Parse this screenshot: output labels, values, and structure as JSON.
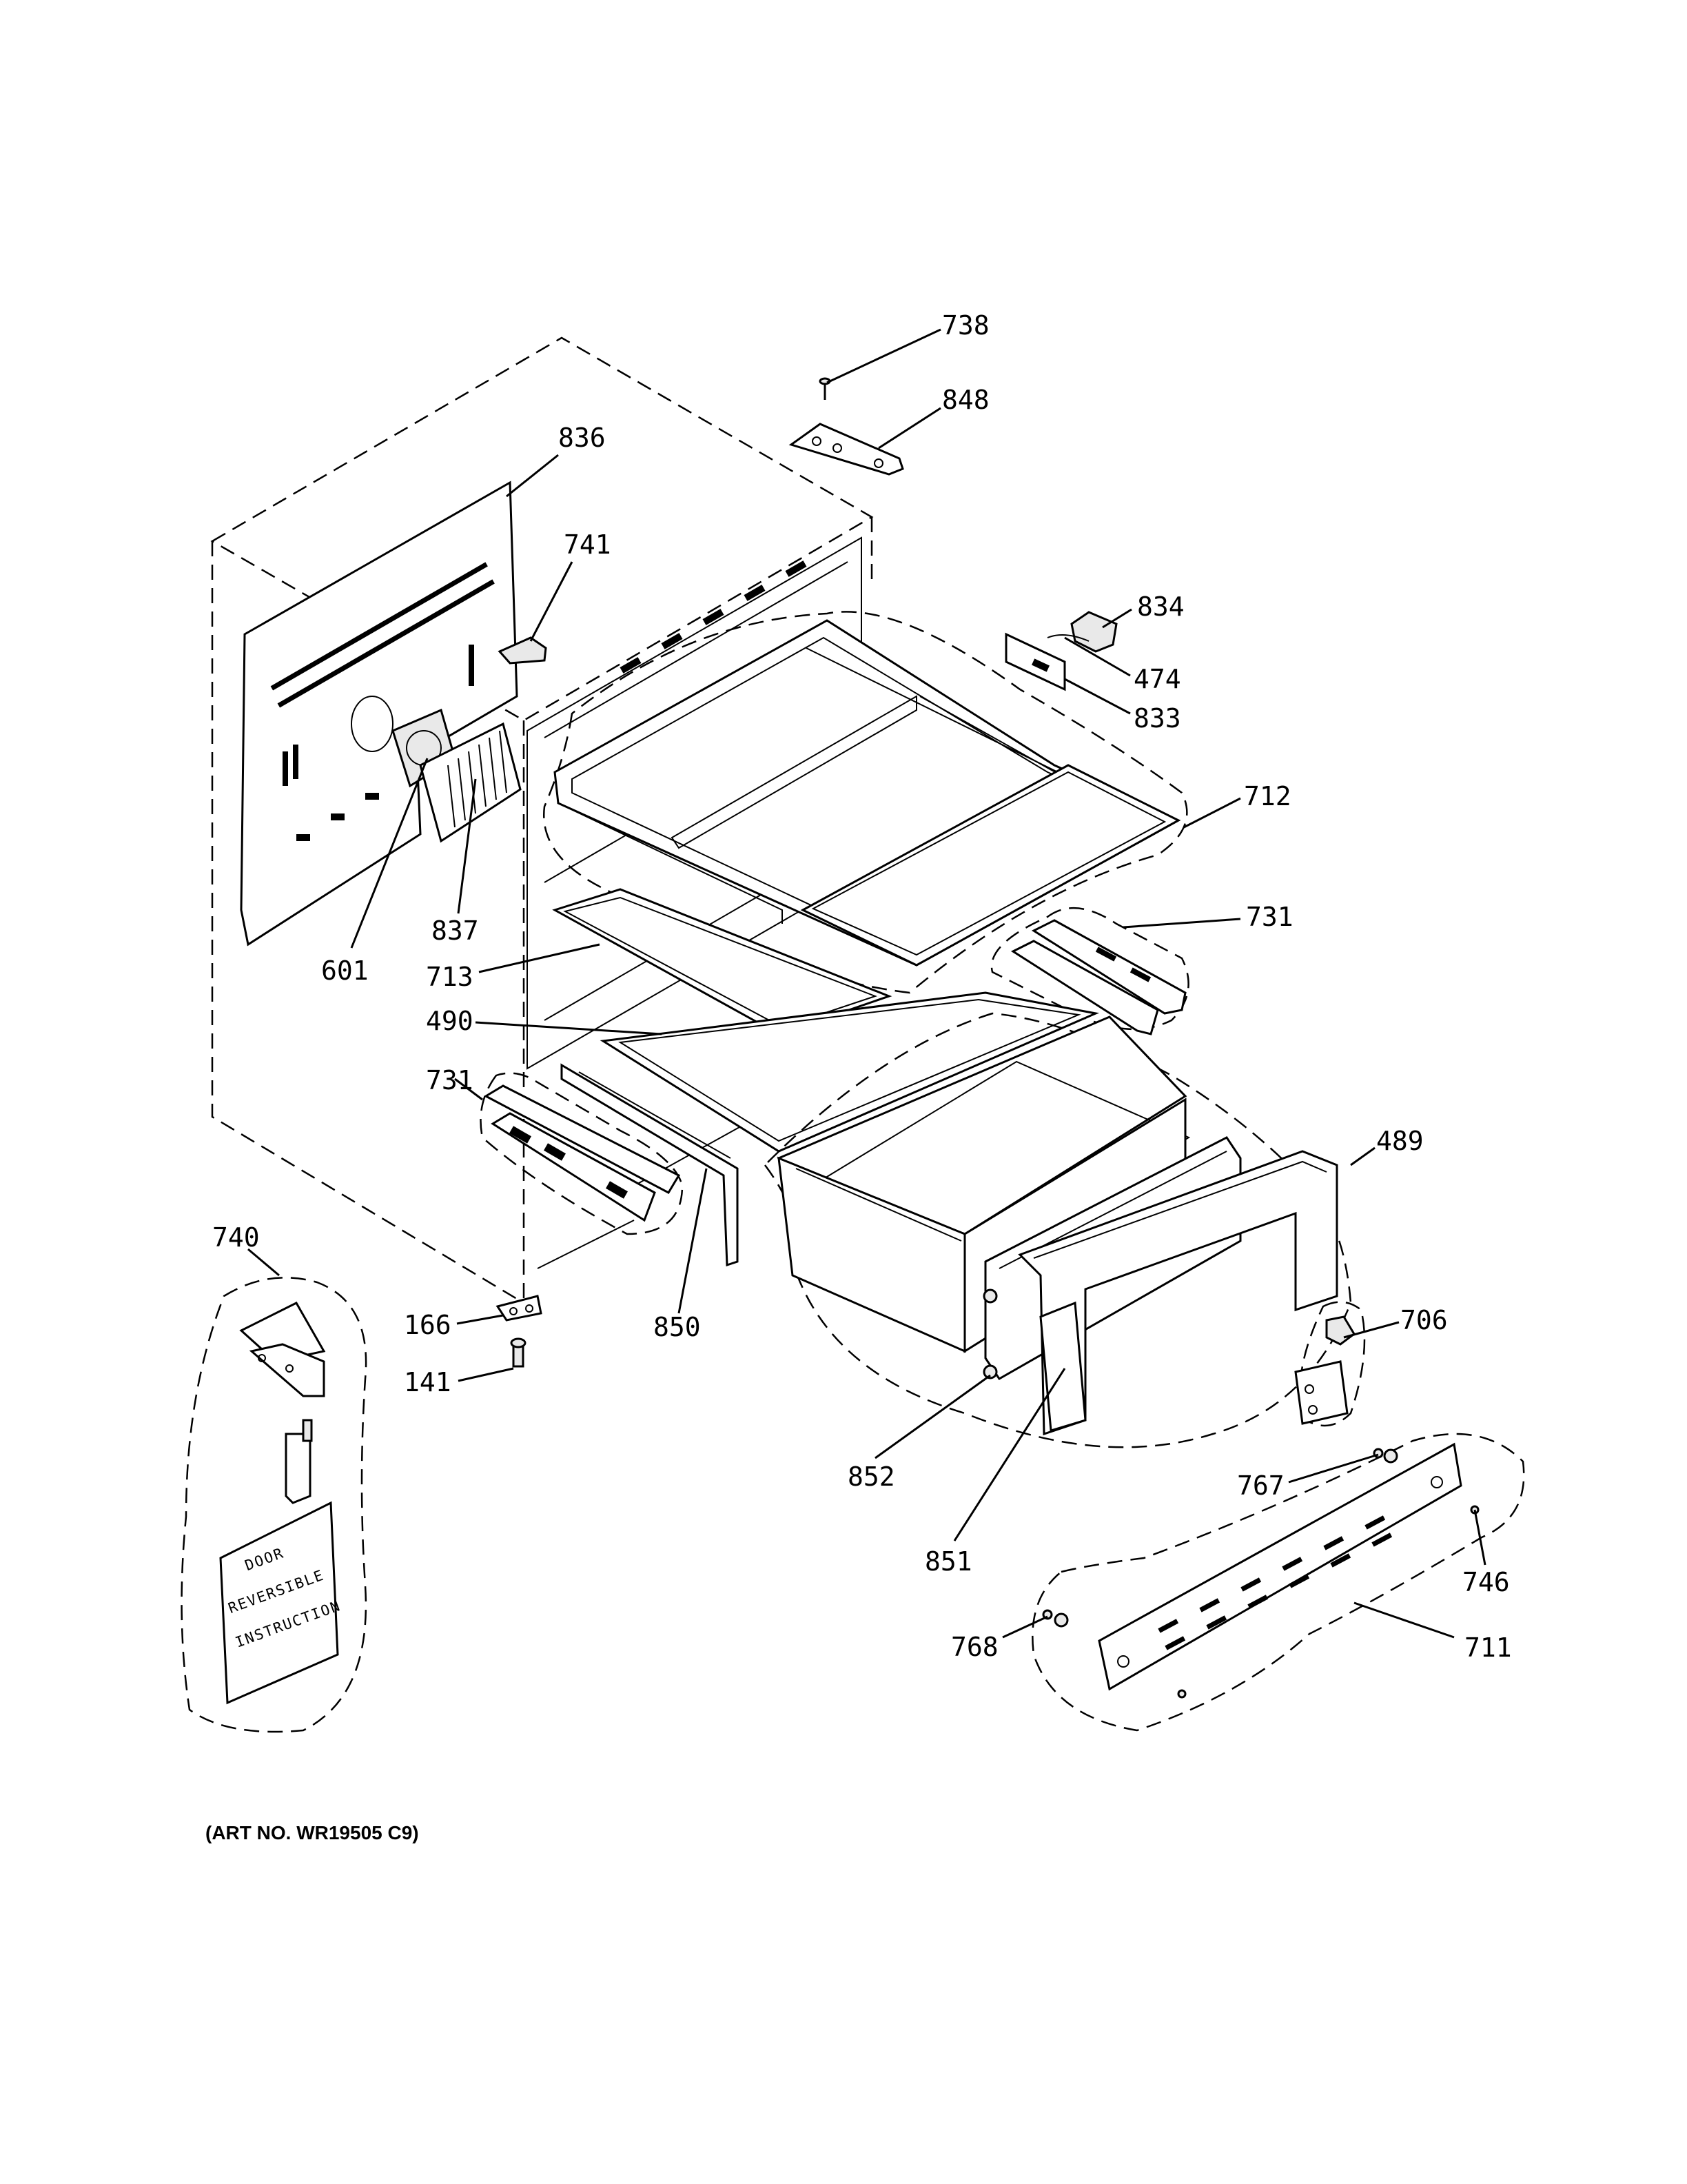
{
  "callouts": [
    {
      "id": "738",
      "text": "738"
    },
    {
      "id": "848",
      "text": "848"
    },
    {
      "id": "836",
      "text": "836"
    },
    {
      "id": "741",
      "text": "741"
    },
    {
      "id": "834",
      "text": "834"
    },
    {
      "id": "474",
      "text": "474"
    },
    {
      "id": "833",
      "text": "833"
    },
    {
      "id": "712",
      "text": "712"
    },
    {
      "id": "731a",
      "text": "731"
    },
    {
      "id": "837",
      "text": "837"
    },
    {
      "id": "601",
      "text": "601"
    },
    {
      "id": "713",
      "text": "713"
    },
    {
      "id": "490",
      "text": "490"
    },
    {
      "id": "731b",
      "text": "731"
    },
    {
      "id": "489",
      "text": "489"
    },
    {
      "id": "740",
      "text": "740"
    },
    {
      "id": "166",
      "text": "166"
    },
    {
      "id": "850",
      "text": "850"
    },
    {
      "id": "706",
      "text": "706"
    },
    {
      "id": "141",
      "text": "141"
    },
    {
      "id": "852",
      "text": "852"
    },
    {
      "id": "767",
      "text": "767"
    },
    {
      "id": "851",
      "text": "851"
    },
    {
      "id": "746",
      "text": "746"
    },
    {
      "id": "768",
      "text": "768"
    },
    {
      "id": "711",
      "text": "711"
    }
  ],
  "instruction_card": [
    "DOOR",
    "REVERSIBLE",
    "INSTRUCTION"
  ],
  "art_number": "(ART NO. WR19505 C9)"
}
